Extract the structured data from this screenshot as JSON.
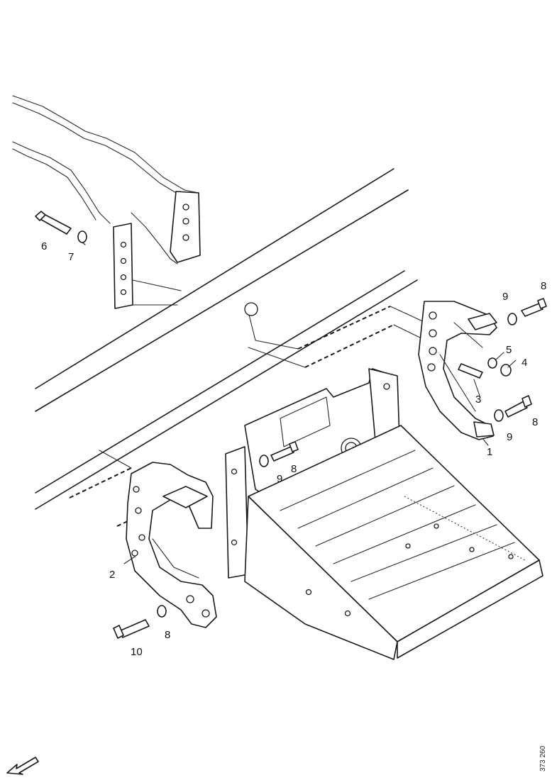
{
  "callouts": {
    "c1": "1",
    "c2": "2",
    "c3": "3",
    "c4": "4",
    "c5": "5",
    "c6": "6",
    "c7": "7",
    "c8a": "8",
    "c8b": "8",
    "c8c": "8",
    "c8d": "8",
    "c9a": "9",
    "c9b": "9",
    "c9c": "9",
    "c10": "10"
  },
  "reference_code": "373 260",
  "icons": {
    "direction": "forward-direction-arrow-icon"
  }
}
